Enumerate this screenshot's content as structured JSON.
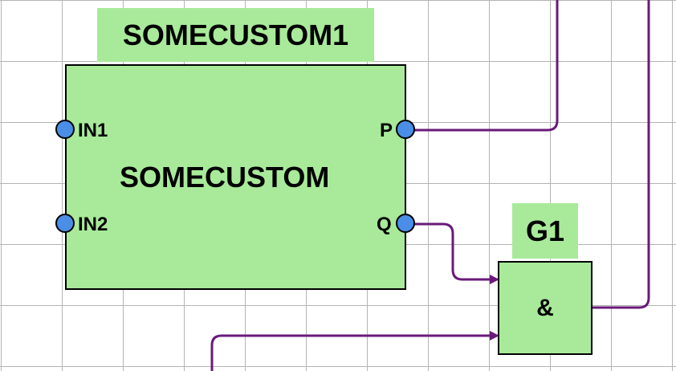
{
  "colors": {
    "block_fill": "#a8ea9a",
    "port_fill": "#4a8ee8",
    "wire": "#6a1a7a",
    "grid": "#b4b4b4"
  },
  "somecustom1": {
    "instance_label": "SOMECUSTOM1",
    "type_label": "SOMECUSTOM",
    "ports": {
      "in1": "IN1",
      "in2": "IN2",
      "p": "P",
      "q": "Q"
    }
  },
  "g1": {
    "instance_label": "G1",
    "operator": "&"
  }
}
